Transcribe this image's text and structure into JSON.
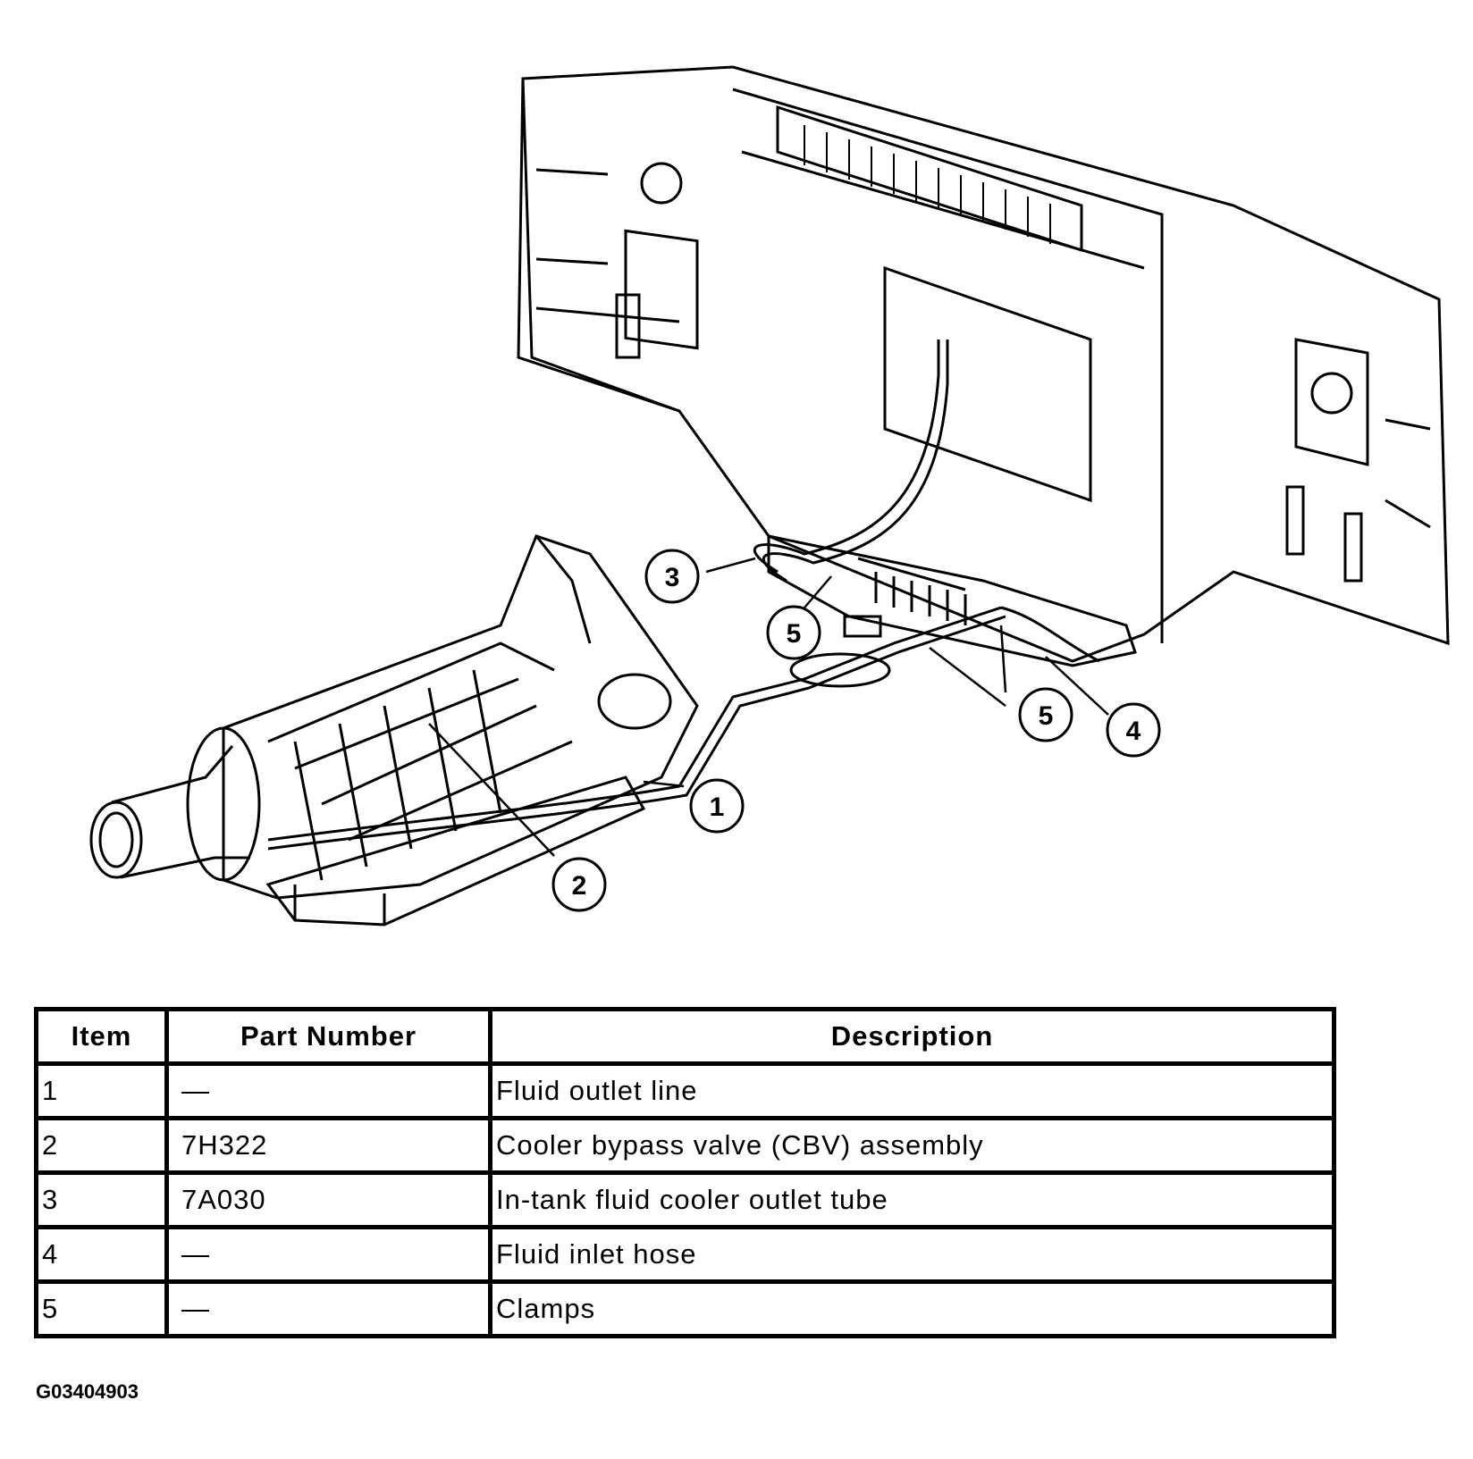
{
  "diagram": {
    "callouts": [
      "1",
      "2",
      "3",
      "4",
      "5",
      "5"
    ]
  },
  "table": {
    "headers": [
      "Item",
      "Part Number",
      "Description"
    ],
    "rows": [
      [
        "1",
        "—",
        "Fluid outlet line"
      ],
      [
        "2",
        "7H322",
        "Cooler bypass valve (CBV) assembly"
      ],
      [
        "3",
        "7A030",
        "In-tank fluid cooler outlet tube"
      ],
      [
        "4",
        "—",
        "Fluid inlet hose"
      ],
      [
        "5",
        "—",
        "Clamps"
      ]
    ]
  },
  "figure_id": "G03404903"
}
